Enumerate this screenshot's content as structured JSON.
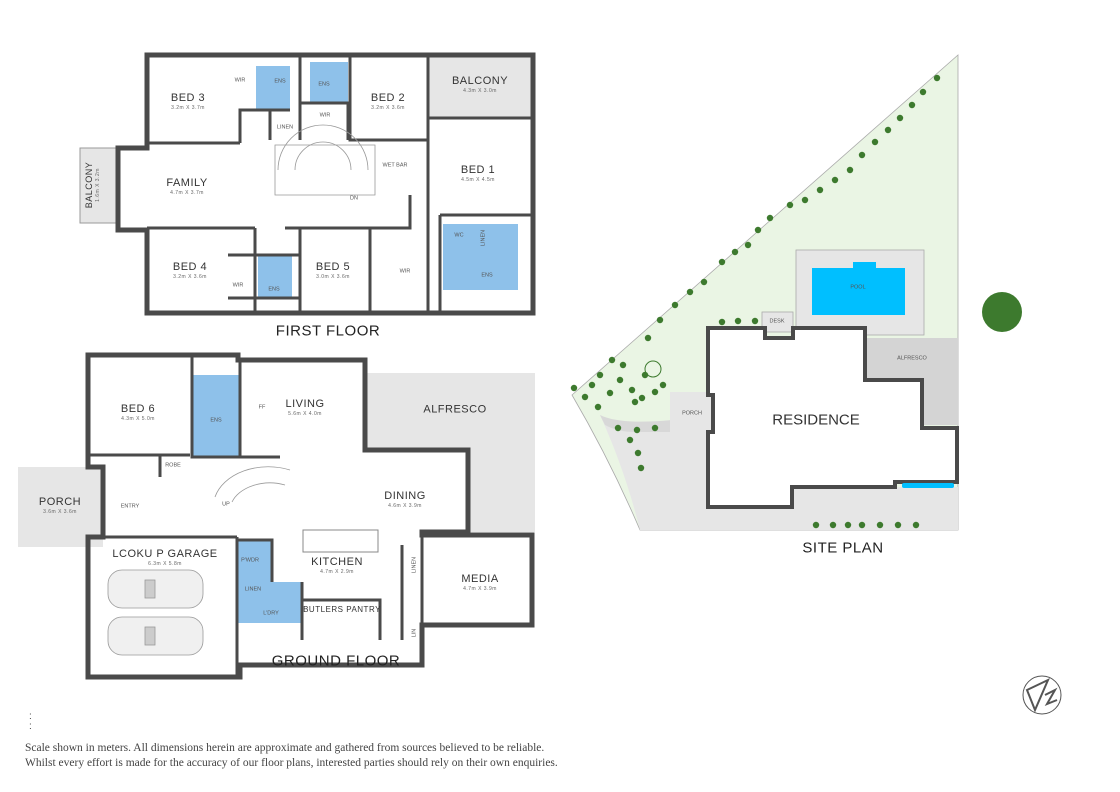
{
  "first_floor": {
    "title": "FIRST FLOOR",
    "rooms": [
      {
        "name": "BED 3",
        "dims": "3.2m X 3.7m"
      },
      {
        "name": "BED 2",
        "dims": "3.2m X 3.6m"
      },
      {
        "name": "BALCONY",
        "dims": "4.3m X 3.0m"
      },
      {
        "name": "FAMILY",
        "dims": "4.7m X 3.7m"
      },
      {
        "name": "BED 1",
        "dims": "4.5m X 4.5m"
      },
      {
        "name": "BED 4",
        "dims": "3.2m X 3.6m"
      },
      {
        "name": "BED 5",
        "dims": "3.0m X 3.6m"
      },
      {
        "name": "BALCONY",
        "dims": "1.6m X 3.2m"
      }
    ],
    "minor_labels": [
      "WIR",
      "ENS",
      "ENS",
      "LINEN",
      "WIR",
      "WET BAR",
      "DN",
      "WIR",
      "ENS",
      "WIR",
      "WC",
      "LINEN",
      "ENS"
    ]
  },
  "ground_floor": {
    "title": "GROUND FLOOR",
    "rooms": [
      {
        "name": "BED 6",
        "dims": "4.3m X 5.0m"
      },
      {
        "name": "LIVING",
        "dims": "5.6m X 4.0m"
      },
      {
        "name": "ALFRESCO",
        "dims": ""
      },
      {
        "name": "PORCH",
        "dims": "3.6m X 3.6m"
      },
      {
        "name": "DINING",
        "dims": "4.6m X 3.9m"
      },
      {
        "name": "LCOKU P GARAGE",
        "dims": "6.3m X 5.8m"
      },
      {
        "name": "KITCHEN",
        "dims": "4.7m X 2.9m"
      },
      {
        "name": "MEDIA",
        "dims": "4.7m X 3.9m"
      },
      {
        "name": "BUTLERS PANTRY",
        "dims": ""
      }
    ],
    "minor_labels": [
      "ENS",
      "FF",
      "ROBE",
      "ENTRY",
      "UP",
      "P'WDR",
      "LINEN",
      "L'DRY",
      "LINEN",
      "LIN"
    ]
  },
  "site_plan": {
    "title": "SITE PLAN",
    "labels": [
      "RESIDENCE",
      "POOL",
      "DESK",
      "ALFRESCO",
      "PORCH"
    ]
  },
  "footer": {
    "marks": ":",
    "line1": "Scale shown in meters. All dimensions herein are approximate and gathered from sources believed to be reliable.",
    "line2": "Whilst every effort is made for the accuracy of our floor plans, interested parties should rely on their own enquiries."
  },
  "colors": {
    "wall": "#4a4a4a",
    "wet_area": "#8ec1ea",
    "outdoor": "#e6e6e6",
    "pool": "#00bfff",
    "lawn": "#eaf5e4",
    "tree": "#3d7a2e"
  },
  "icons": [
    "compass-north-icon",
    "car-icon",
    "toilet-icon",
    "shower-icon",
    "bath-icon",
    "sink-icon",
    "tree-icon"
  ]
}
